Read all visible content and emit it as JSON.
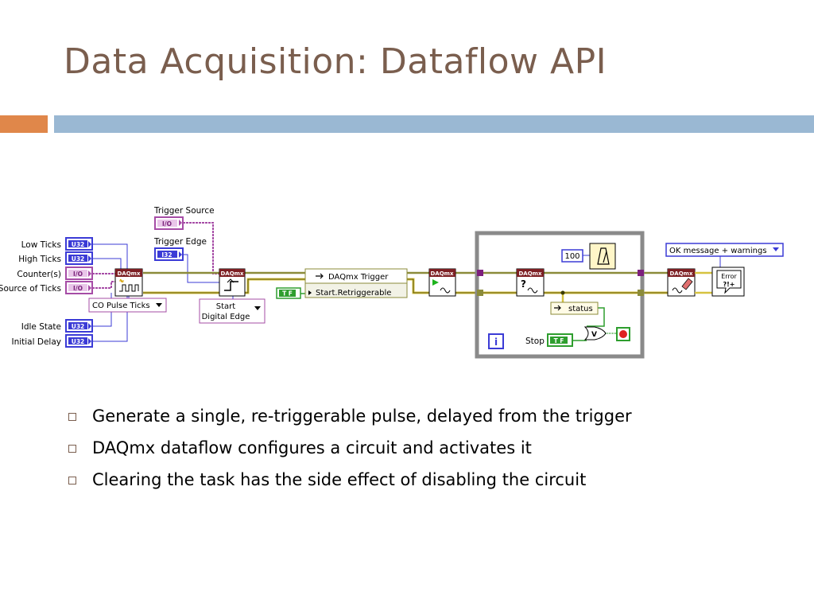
{
  "slide": {
    "title": "Data Acquisition: Dataflow API"
  },
  "diagram": {
    "controls": {
      "low_ticks": "Low Ticks",
      "high_ticks": "High Ticks",
      "counters": "Counter(s)",
      "source_of_ticks": "Source of Ticks",
      "idle_state": "Idle State",
      "initial_delay": "Initial Delay",
      "trigger_source": "Trigger Source",
      "trigger_edge": "Trigger Edge",
      "stop": "Stop"
    },
    "terminal_types": {
      "u32": "U32",
      "io": "I/O",
      "i32": "I32",
      "bool": "T F"
    },
    "vi_header": "DAQmx",
    "pulse_ring": "CO Pulse Ticks",
    "start_ring_line1": "Start",
    "start_ring_line2": "Digital Edge",
    "trigger_property_header": "DAQmx Trigger",
    "trigger_property_item": "Start.Retriggerable",
    "wait_constant": "100",
    "status_unbundle": "status",
    "error_dialog_ring": "OK message + warnings",
    "error_icon_line1": "Error",
    "error_icon_line2": "?!+",
    "loop_iteration": "i",
    "or_gate": "V"
  },
  "bullets": [
    "Generate a single, re-triggerable pulse, delayed from the trigger",
    "DAQmx dataflow configures a circuit and activates it",
    "Clearing the task has the side effect of disabling the circuit"
  ],
  "colors": {
    "title": "#7a5e4e",
    "accent_orange": "#e0874a",
    "accent_blue": "#9ab8d3",
    "numeric_blue": "#3b3bd6",
    "io_purple": "#a64ca6",
    "bool_green": "#2e9e2e",
    "task_wire": "#8b8b3a",
    "error_wire": "#d6c240",
    "daqmx_maroon": "#7d1f23"
  }
}
